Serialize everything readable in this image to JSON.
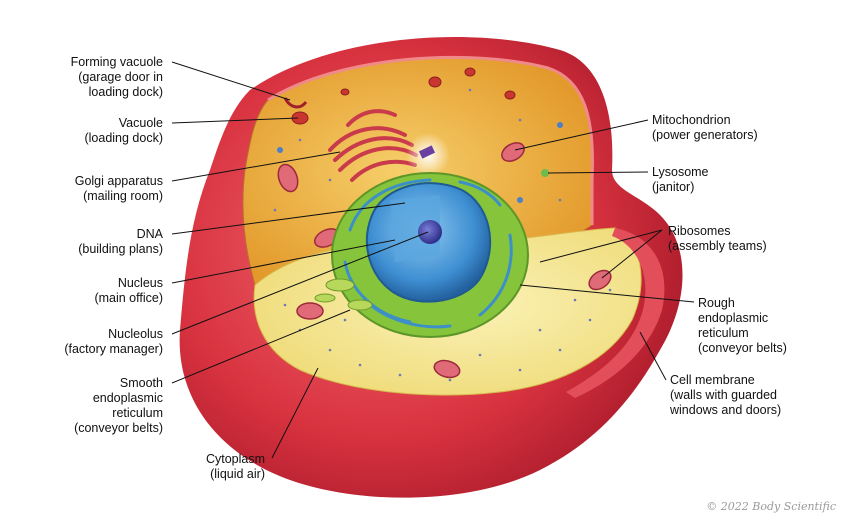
{
  "labels_left": [
    {
      "key": "forming-vacuole",
      "lines": [
        "Forming vacuole",
        "(garage door in",
        "loading dock)"
      ]
    },
    {
      "key": "vacuole",
      "lines": [
        "Vacuole",
        "(loading dock)"
      ]
    },
    {
      "key": "golgi-apparatus",
      "lines": [
        "Golgi apparatus",
        "(mailing room)"
      ]
    },
    {
      "key": "dna",
      "lines": [
        "DNA",
        "(building plans)"
      ]
    },
    {
      "key": "nucleus",
      "lines": [
        "Nucleus",
        "(main office)"
      ]
    },
    {
      "key": "nucleolus",
      "lines": [
        "Nucleolus",
        "(factory manager)"
      ]
    },
    {
      "key": "smooth-er",
      "lines": [
        "Smooth",
        "endoplasmic",
        "reticulum",
        "(conveyor belts)"
      ]
    },
    {
      "key": "cytoplasm",
      "lines": [
        "Cytoplasm",
        "(liquid air)"
      ]
    }
  ],
  "labels_right": [
    {
      "key": "mitochondrion",
      "lines": [
        "Mitochondrion",
        "(power generators)"
      ]
    },
    {
      "key": "lysosome",
      "lines": [
        "Lysosome",
        "(janitor)"
      ]
    },
    {
      "key": "ribosomes",
      "lines": [
        "Ribosomes",
        "(assembly teams)"
      ]
    },
    {
      "key": "rough-er",
      "lines": [
        "Rough",
        "endoplasmic",
        "reticulum",
        "(conveyor belts)"
      ]
    },
    {
      "key": "cell-membrane",
      "lines": [
        "Cell membrane",
        "(walls with guarded",
        "windows and doors)"
      ]
    }
  ],
  "credit": "© 2022 Body Scientific",
  "colors": {
    "membrane": "#c8253a",
    "cytoplasm_back": "#e9a93c",
    "cytoplasm_floor": "#f5e89a",
    "nucleus": "#3f8fd0",
    "er_rough": "#8cc63f",
    "golgi": "#c93a4a"
  }
}
